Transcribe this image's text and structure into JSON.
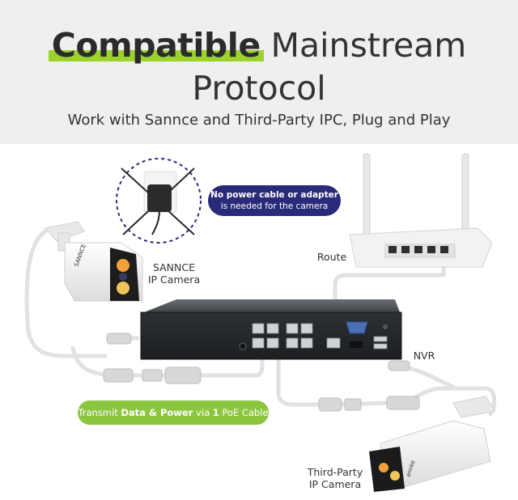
{
  "header": {
    "title_bold": "Compatible",
    "title_light": "Mainstream",
    "title_line2": "Protocol",
    "subtitle": "Work with Sannce and Third-Party IPC, Plug and Play"
  },
  "callout": {
    "line1": "No power cable or adapter",
    "line2": "is needed for the camera"
  },
  "labels": {
    "sannce_camera_line1": "SANNCE",
    "sannce_camera_line2": "IP Camera",
    "router": "Route",
    "nvr": "NVR",
    "third_party_line1": "Third-Party",
    "third_party_line2": "IP Camera"
  },
  "poe_banner": {
    "prefix": "Transmit ",
    "bold1": "Data & Power",
    "middle": " via ",
    "bold2": "1",
    "suffix": " PoE Cable"
  },
  "brand": {
    "camera_logo": "SANNCE",
    "camera2_logo": "annke"
  },
  "colors": {
    "accent_green": "#8cc63f",
    "highlight_green": "#9bd22b",
    "callout_navy": "#2a2a7a"
  }
}
